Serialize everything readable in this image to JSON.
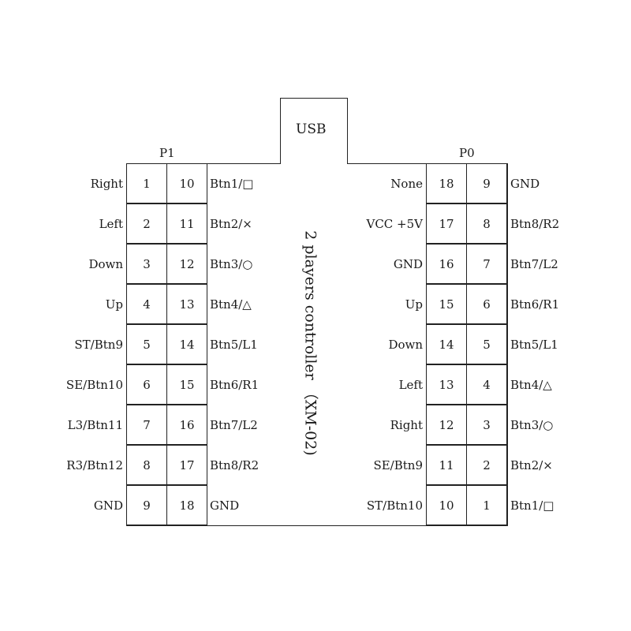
{
  "usb_label": "USB",
  "title_vertical": "2 players controller （XM-02)",
  "p1": {
    "header": "P1",
    "rows": [
      {
        "left_label": "Right",
        "pin_a": "1",
        "pin_b": "10",
        "right_label": "Btn1/□"
      },
      {
        "left_label": "Left",
        "pin_a": "2",
        "pin_b": "11",
        "right_label": "Btn2/×"
      },
      {
        "left_label": "Down",
        "pin_a": "3",
        "pin_b": "12",
        "right_label": "Btn3/○"
      },
      {
        "left_label": "Up",
        "pin_a": "4",
        "pin_b": "13",
        "right_label": "Btn4/△"
      },
      {
        "left_label": "ST/Btn9",
        "pin_a": "5",
        "pin_b": "14",
        "right_label": "Btn5/L1"
      },
      {
        "left_label": "SE/Btn10",
        "pin_a": "6",
        "pin_b": "15",
        "right_label": "Btn6/R1"
      },
      {
        "left_label": "L3/Btn11",
        "pin_a": "7",
        "pin_b": "16",
        "right_label": "Btn7/L2"
      },
      {
        "left_label": "R3/Btn12",
        "pin_a": "8",
        "pin_b": "17",
        "right_label": "Btn8/R2"
      },
      {
        "left_label": "GND",
        "pin_a": "9",
        "pin_b": "18",
        "right_label": "GND"
      }
    ]
  },
  "p0": {
    "header": "P0",
    "rows": [
      {
        "left_label": "None",
        "pin_a": "18",
        "pin_b": "9",
        "right_label": "GND"
      },
      {
        "left_label": "VCC +5V",
        "pin_a": "17",
        "pin_b": "8",
        "right_label": "Btn8/R2"
      },
      {
        "left_label": "GND",
        "pin_a": "16",
        "pin_b": "7",
        "right_label": "Btn7/L2"
      },
      {
        "left_label": "Up",
        "pin_a": "15",
        "pin_b": "6",
        "right_label": "Btn6/R1"
      },
      {
        "left_label": "Down",
        "pin_a": "14",
        "pin_b": "5",
        "right_label": "Btn5/L1"
      },
      {
        "left_label": "Left",
        "pin_a": "13",
        "pin_b": "4",
        "right_label": "Btn4/△"
      },
      {
        "left_label": "Right",
        "pin_a": "12",
        "pin_b": "3",
        "right_label": "Btn3/○"
      },
      {
        "left_label": "SE/Btn9",
        "pin_a": "11",
        "pin_b": "2",
        "right_label": "Btn2/×"
      },
      {
        "left_label": "ST/Btn10",
        "pin_a": "10",
        "pin_b": "1",
        "right_label": "Btn1/□"
      }
    ]
  }
}
